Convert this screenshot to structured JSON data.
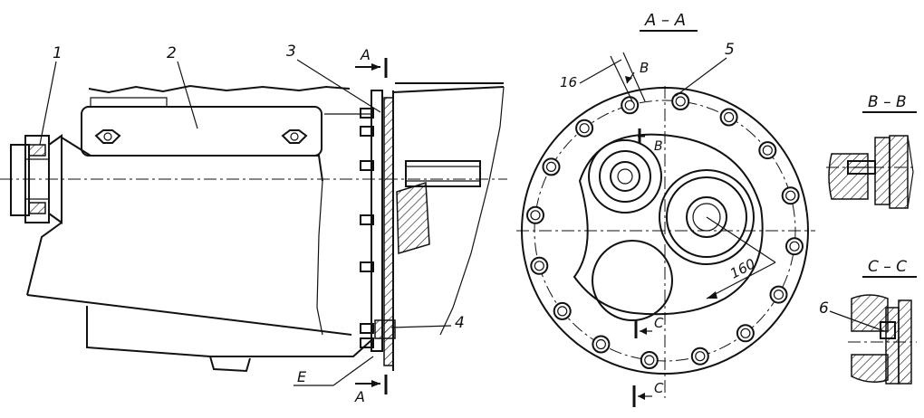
{
  "callouts": [
    "1",
    "2",
    "3",
    "4",
    "5",
    "6"
  ],
  "section_marks": {
    "a": "A",
    "b": "B",
    "c": "C",
    "e": "E"
  },
  "section_titles": {
    "aa": "A – A",
    "bb": "B – B",
    "cc": "C – C"
  },
  "dimensions": {
    "pitch": "16",
    "radius": "160"
  }
}
